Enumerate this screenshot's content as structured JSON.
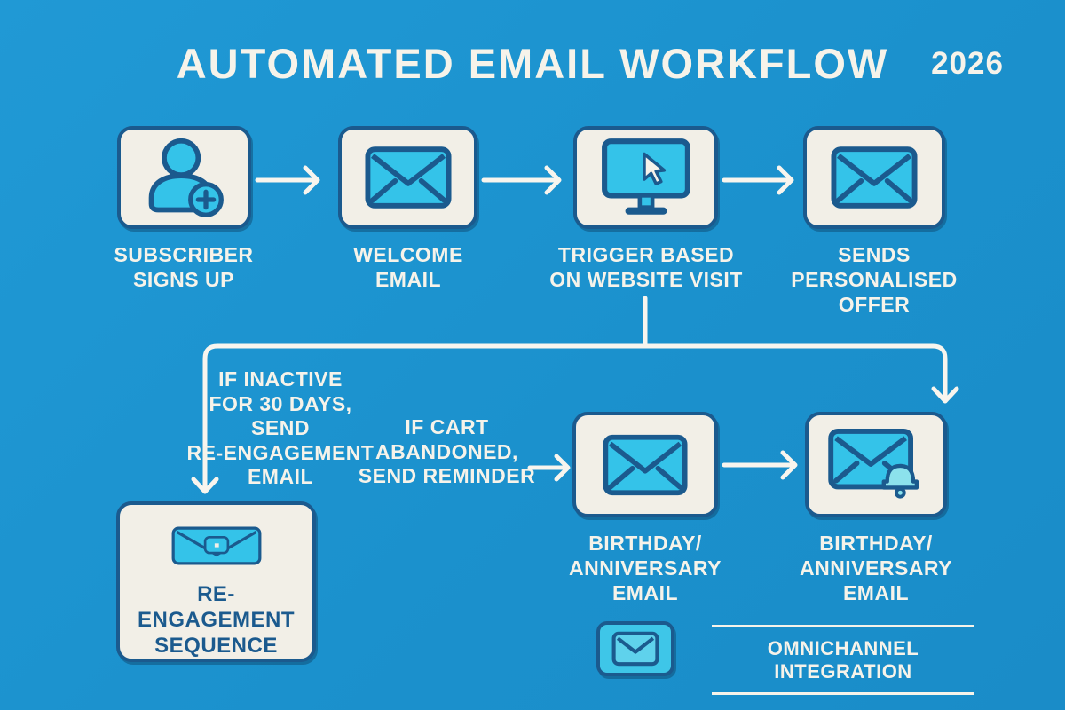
{
  "header": {
    "title": "AUTOMATED EMAIL WORKFLOW",
    "year": "2026"
  },
  "colors": {
    "background": "#1b91cd",
    "box_fill": "#f2efe7",
    "outline_navy": "#1b5a8e",
    "icon_cyan": "#34c3e9",
    "icon_cyan_light": "#8ce2ec",
    "text_light": "#f6f3ea",
    "text_dark": "#1b5a8e"
  },
  "nodes": {
    "subscriber": {
      "label": "SUBSCRIBER\nSIGNS UP",
      "icon": "user-add-icon"
    },
    "welcome": {
      "label": "WELCOME\nEMAIL",
      "icon": "envelope-icon"
    },
    "trigger": {
      "label": "TRIGGER BASED\nON WEBSITE VISIT",
      "icon": "monitor-cursor-icon"
    },
    "offer": {
      "label": "SENDS\nPERSONALISED\nOFFER",
      "icon": "envelope-icon"
    },
    "reengagement": {
      "label": "RE-ENGAGEMENT\nSEQUENCE",
      "icon": "envelope-chat-icon"
    },
    "birthday_mid": {
      "label": "BIRTHDAY/\nANNIVERSARY\nEMAIL",
      "icon": "envelope-icon"
    },
    "birthday_right": {
      "label": "BIRTHDAY/\nANNIVERSARY\nEMAIL",
      "icon": "envelope-bell-icon"
    }
  },
  "annotations": {
    "inactive": "IF INACTIVE\nFOR 30 DAYS,\nSEND\nRE-ENGAGEMENT\nEMAIL",
    "cart": "IF CART\nABANDONED,\nSEND REMINDER"
  },
  "footer": {
    "omnichannel": "OMNICHANNEL INTEGRATION",
    "icon": "envelope-badge-icon"
  }
}
